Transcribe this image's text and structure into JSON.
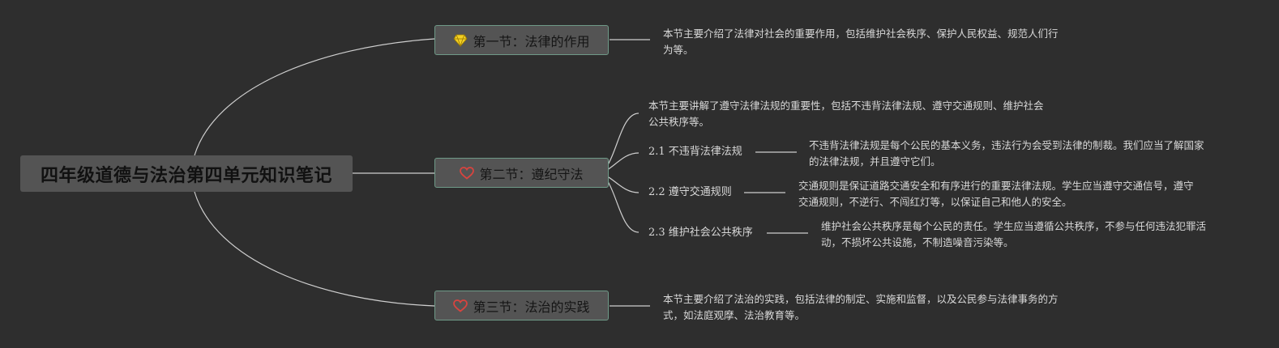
{
  "root": {
    "title": "四年级道德与法治第四单元知识笔记"
  },
  "sections": [
    {
      "label": "第一节：法律的作用",
      "icon": "gem-icon",
      "icon_color": "#f2d024",
      "note": "本节主要介绍了法律对社会的重要作用，包括维护社会秩序、保护人民权益、规范人们行为等。"
    },
    {
      "label": "第二节：遵纪守法",
      "icon": "heart-icon",
      "icon_color": "#d8443f",
      "note": "本节主要讲解了遵守法律法规的重要性，包括不违背法律法规、遵守交通规则、维护社会公共秩序等。",
      "subtopics": [
        {
          "label": "2.1 不违背法律法规",
          "note": "不违背法律法规是每个公民的基本义务，违法行为会受到法律的制裁。我们应当了解国家的法律法规，并且遵守它们。"
        },
        {
          "label": "2.2 遵守交通规则",
          "note": "交通规则是保证道路交通安全和有序进行的重要法律法规。学生应当遵守交通信号，遵守交通规则，不逆行、不闯红灯等，以保证自己和他人的安全。"
        },
        {
          "label": "2.3 维护社会公共秩序",
          "note": "维护社会公共秩序是每个公民的责任。学生应当遵循公共秩序，不参与任何违法犯罪活动，不损坏公共设施，不制造噪音污染等。"
        }
      ]
    },
    {
      "label": "第三节：法治的实践",
      "icon": "heart-icon",
      "icon_color": "#d8443f",
      "note": "本节主要介绍了法治的实践，包括法律的制定、实施和监督，以及公民参与法律事务的方式，如法庭观摩、法治教育等。"
    }
  ],
  "colors": {
    "background": "#2e2e2e",
    "line": "#d0d0d0",
    "node_fill": "#545454",
    "node_border": "#6f9a88"
  }
}
